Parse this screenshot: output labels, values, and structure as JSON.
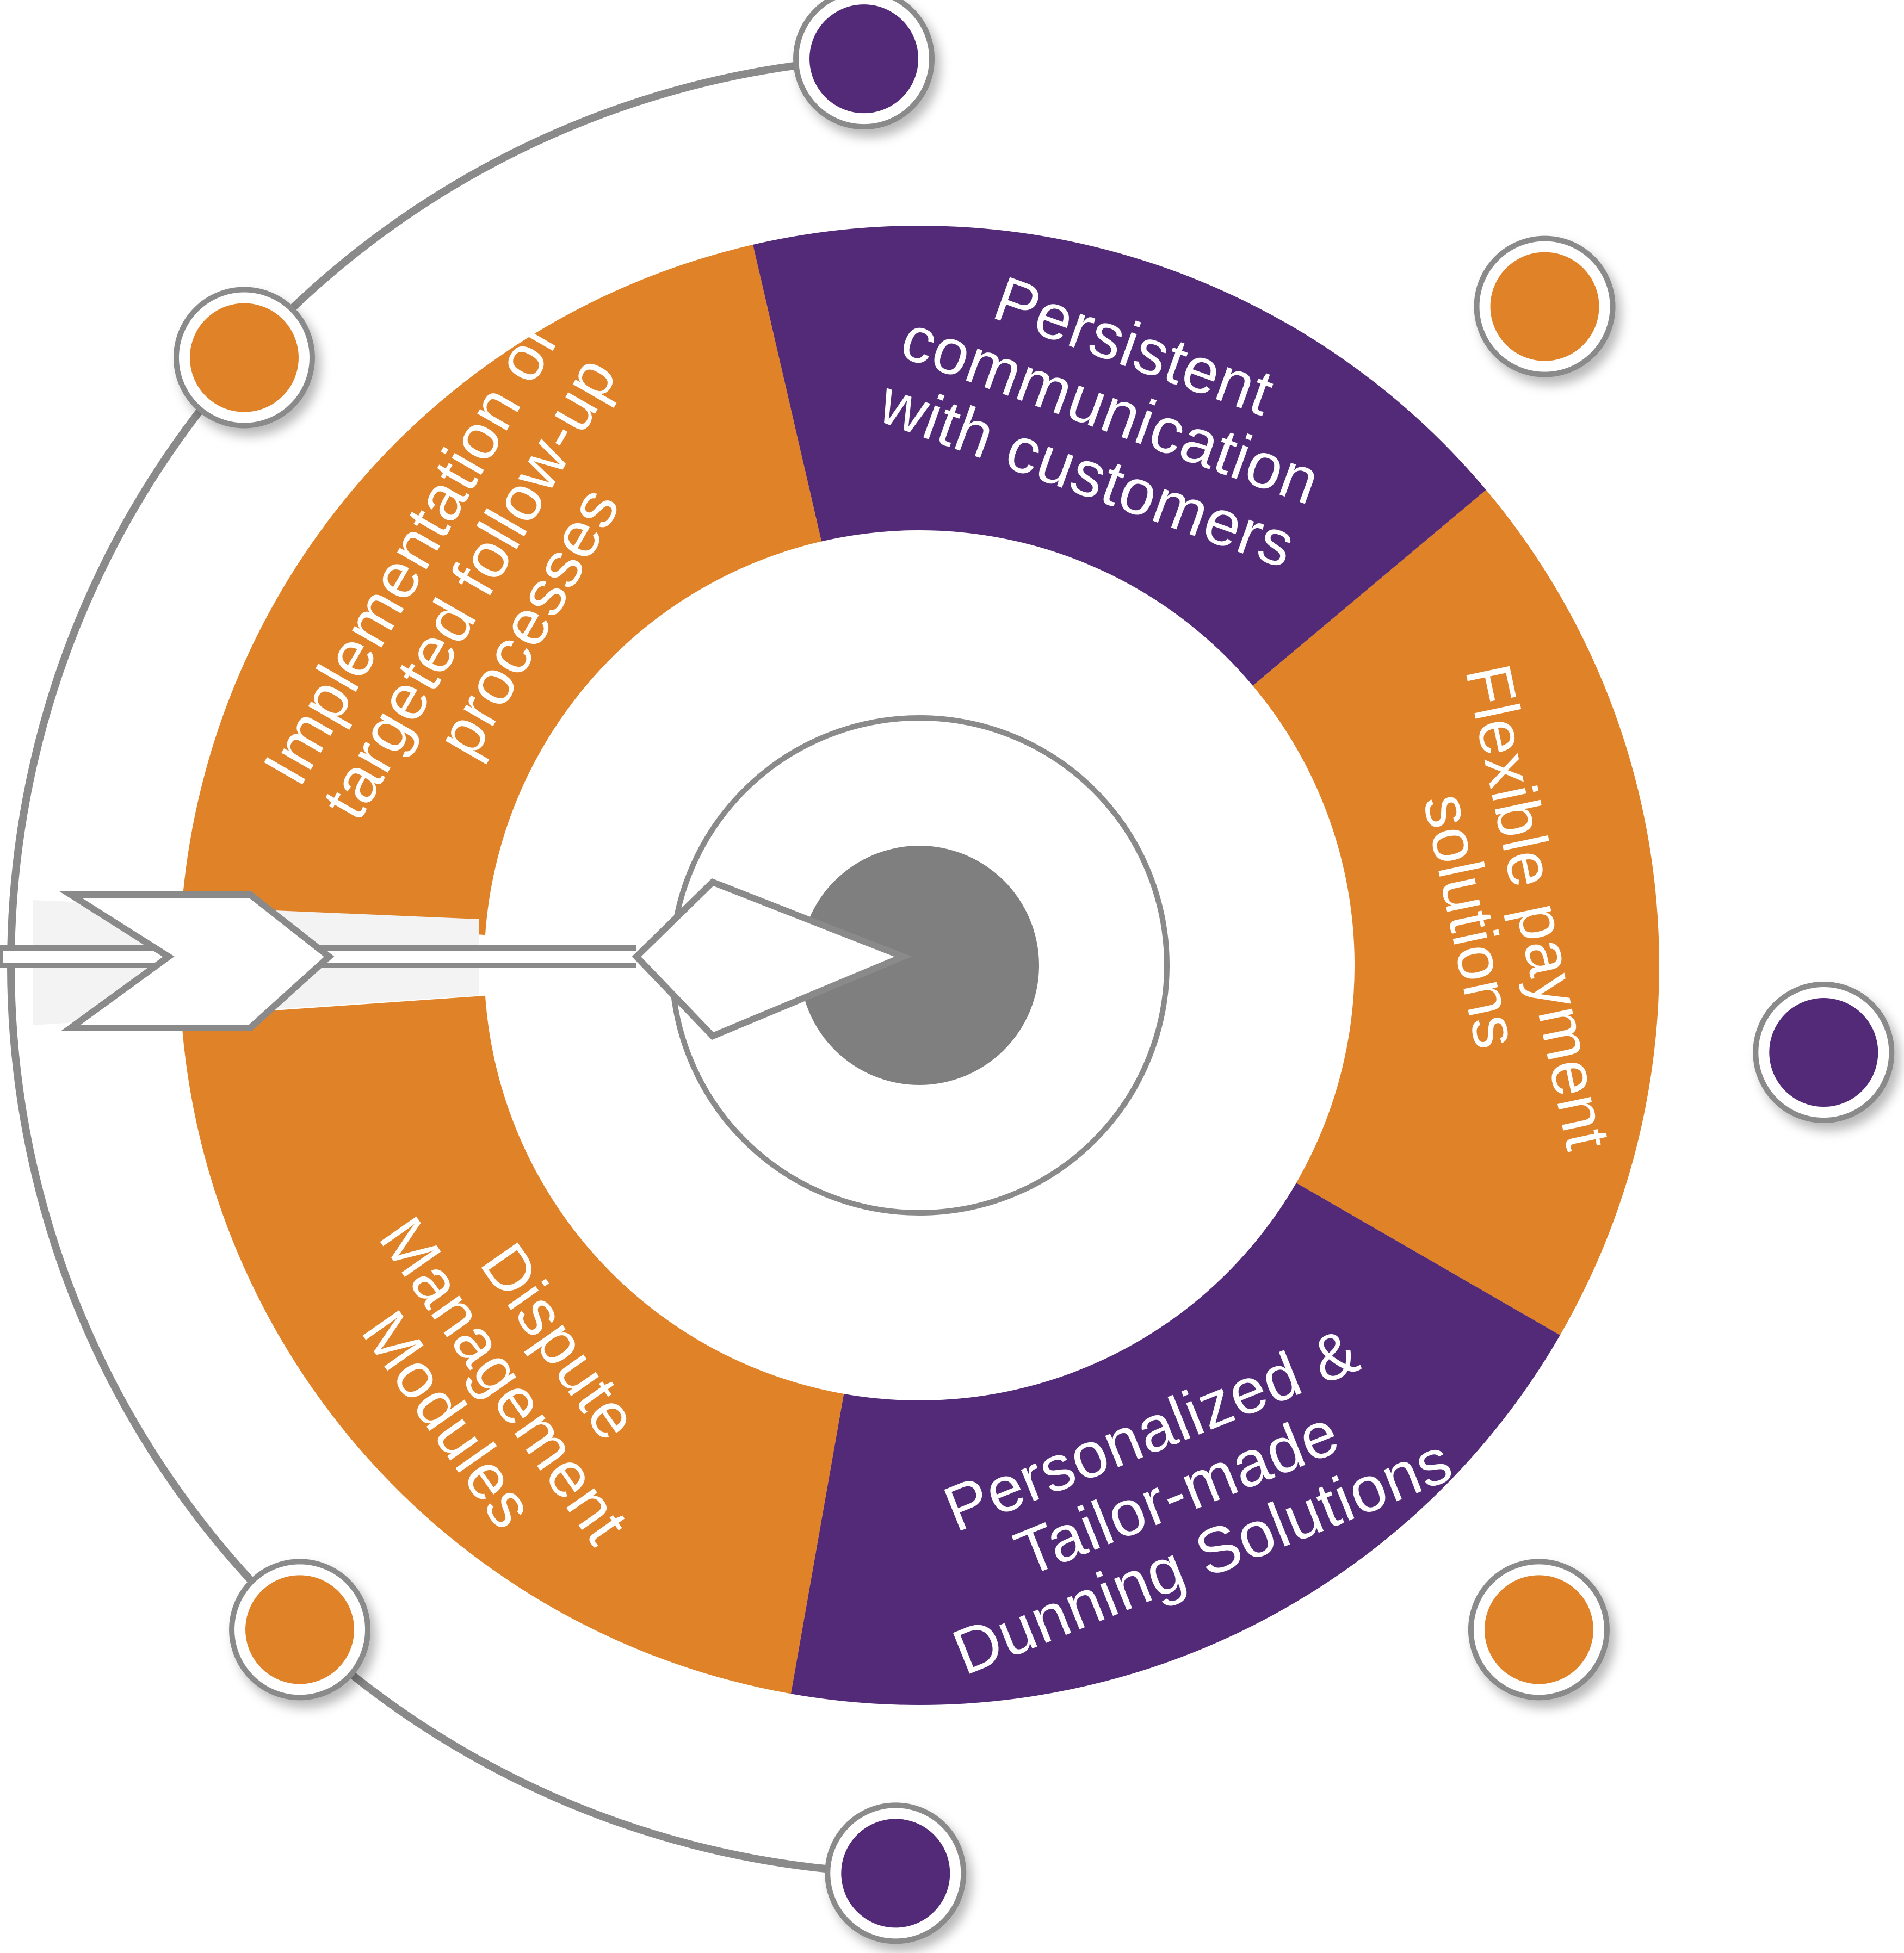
{
  "colors": {
    "orange": "#E08228",
    "purple": "#532A78",
    "gray_ring": "#8A8A8A",
    "bullseye": "#7F7F7F",
    "arrow_fill": "#FFFFFF",
    "arrow_stroke": "#8A8A8A"
  },
  "segments": [
    {
      "id": "persistent-communication",
      "color": "purple",
      "lines": [
        "Persistent",
        "communication",
        "with customers"
      ]
    },
    {
      "id": "flexible-payment",
      "color": "orange",
      "lines": [
        "Flexible payment",
        "solutions"
      ]
    },
    {
      "id": "personalized-dunning",
      "color": "purple",
      "lines": [
        "Personalized &",
        "Tailor-made",
        "Dunning Solutions"
      ]
    },
    {
      "id": "dispute-management",
      "color": "orange",
      "lines": [
        "Dispute",
        "Management",
        "Modules"
      ]
    },
    {
      "id": "targeted-follow-up",
      "color": "orange",
      "lines": [
        "Implementation of",
        "targeted follow-up",
        "processes"
      ]
    }
  ],
  "orbit_nodes": [
    "purple",
    "orange",
    "purple",
    "orange",
    "purple",
    "orange",
    "orange"
  ],
  "icons": {
    "bullseye": "target-center-icon",
    "arrow": "dart-arrow-icon"
  }
}
